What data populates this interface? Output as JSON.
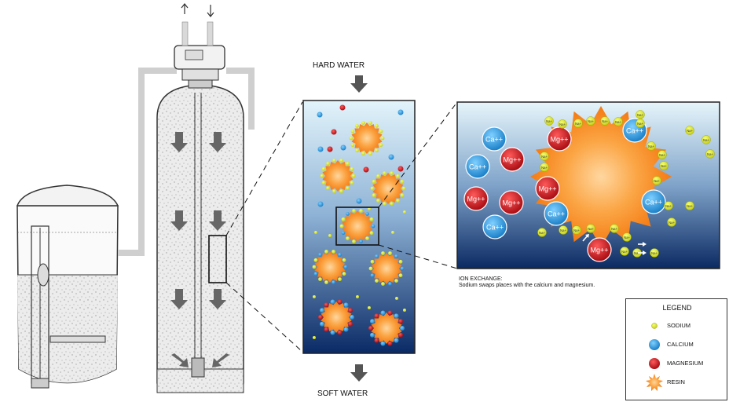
{
  "labels": {
    "hard_water": "HARD WATER",
    "soft_water": "SOFT WATER",
    "ion_exchange_title": "ION EXCHANGE:",
    "ion_exchange_desc": "Sodium swaps places with the calcium and magnesium."
  },
  "ions": {
    "calcium": "Ca++",
    "magnesium": "Mg++",
    "sodium": "Na+"
  },
  "legend": {
    "title": "LEGEND",
    "items": [
      {
        "label": "SODIUM",
        "color": "#d9e21c"
      },
      {
        "label": "CALCIUM",
        "color": "#2a9be0"
      },
      {
        "label": "MAGNESIUM",
        "color": "#c8141b"
      },
      {
        "label": "RESIN",
        "color": "#f7941d"
      }
    ]
  },
  "colors": {
    "water_top": "#dff2fb",
    "water_bottom": "#0a2a66",
    "resin": "#f7941d",
    "calcium": "#2a9be0",
    "magnesium": "#c8141b",
    "sodium": "#d9e21c",
    "tank_fill": "#e9e9e9",
    "pipe": "#cfcfcf"
  }
}
